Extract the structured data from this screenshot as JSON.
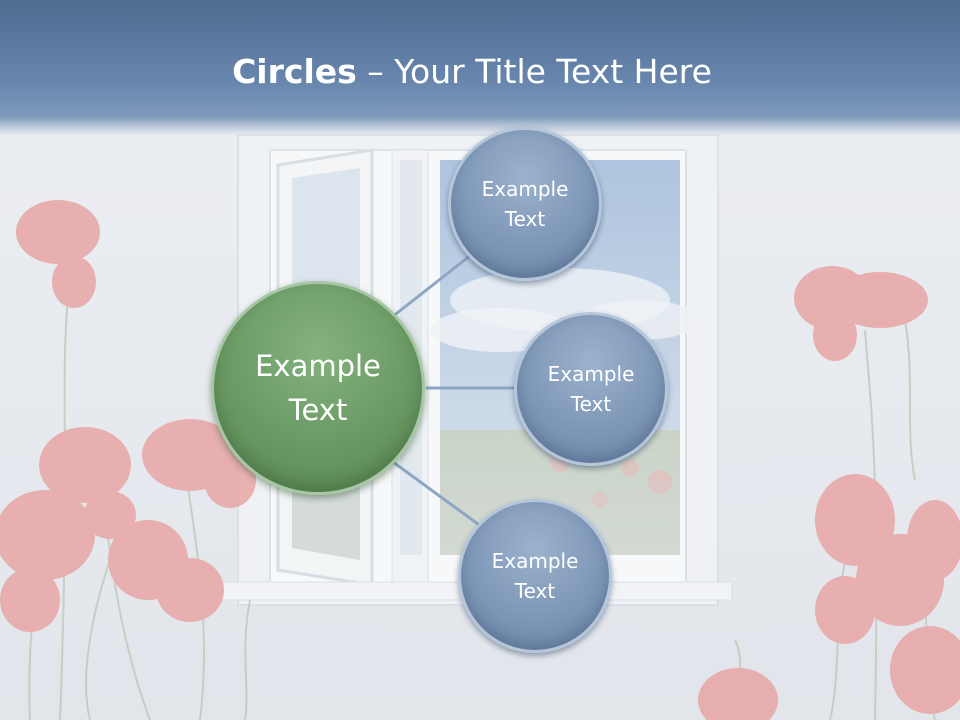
{
  "title": {
    "bold": "Circles",
    "rest": " – Your Title Text Here"
  },
  "diagram": {
    "center": {
      "line1": "Example",
      "line2": "Text"
    },
    "nodes": [
      {
        "line1": "Example",
        "line2": "Text"
      },
      {
        "line1": "Example",
        "line2": "Text"
      },
      {
        "line1": "Example",
        "line2": "Text"
      }
    ]
  },
  "colors": {
    "header": "#5f7ca2",
    "center_circle": "#6a9a64",
    "node_circle": "#7e97b7",
    "connector": "#8ea6c4",
    "poppy": "#e47a78"
  }
}
